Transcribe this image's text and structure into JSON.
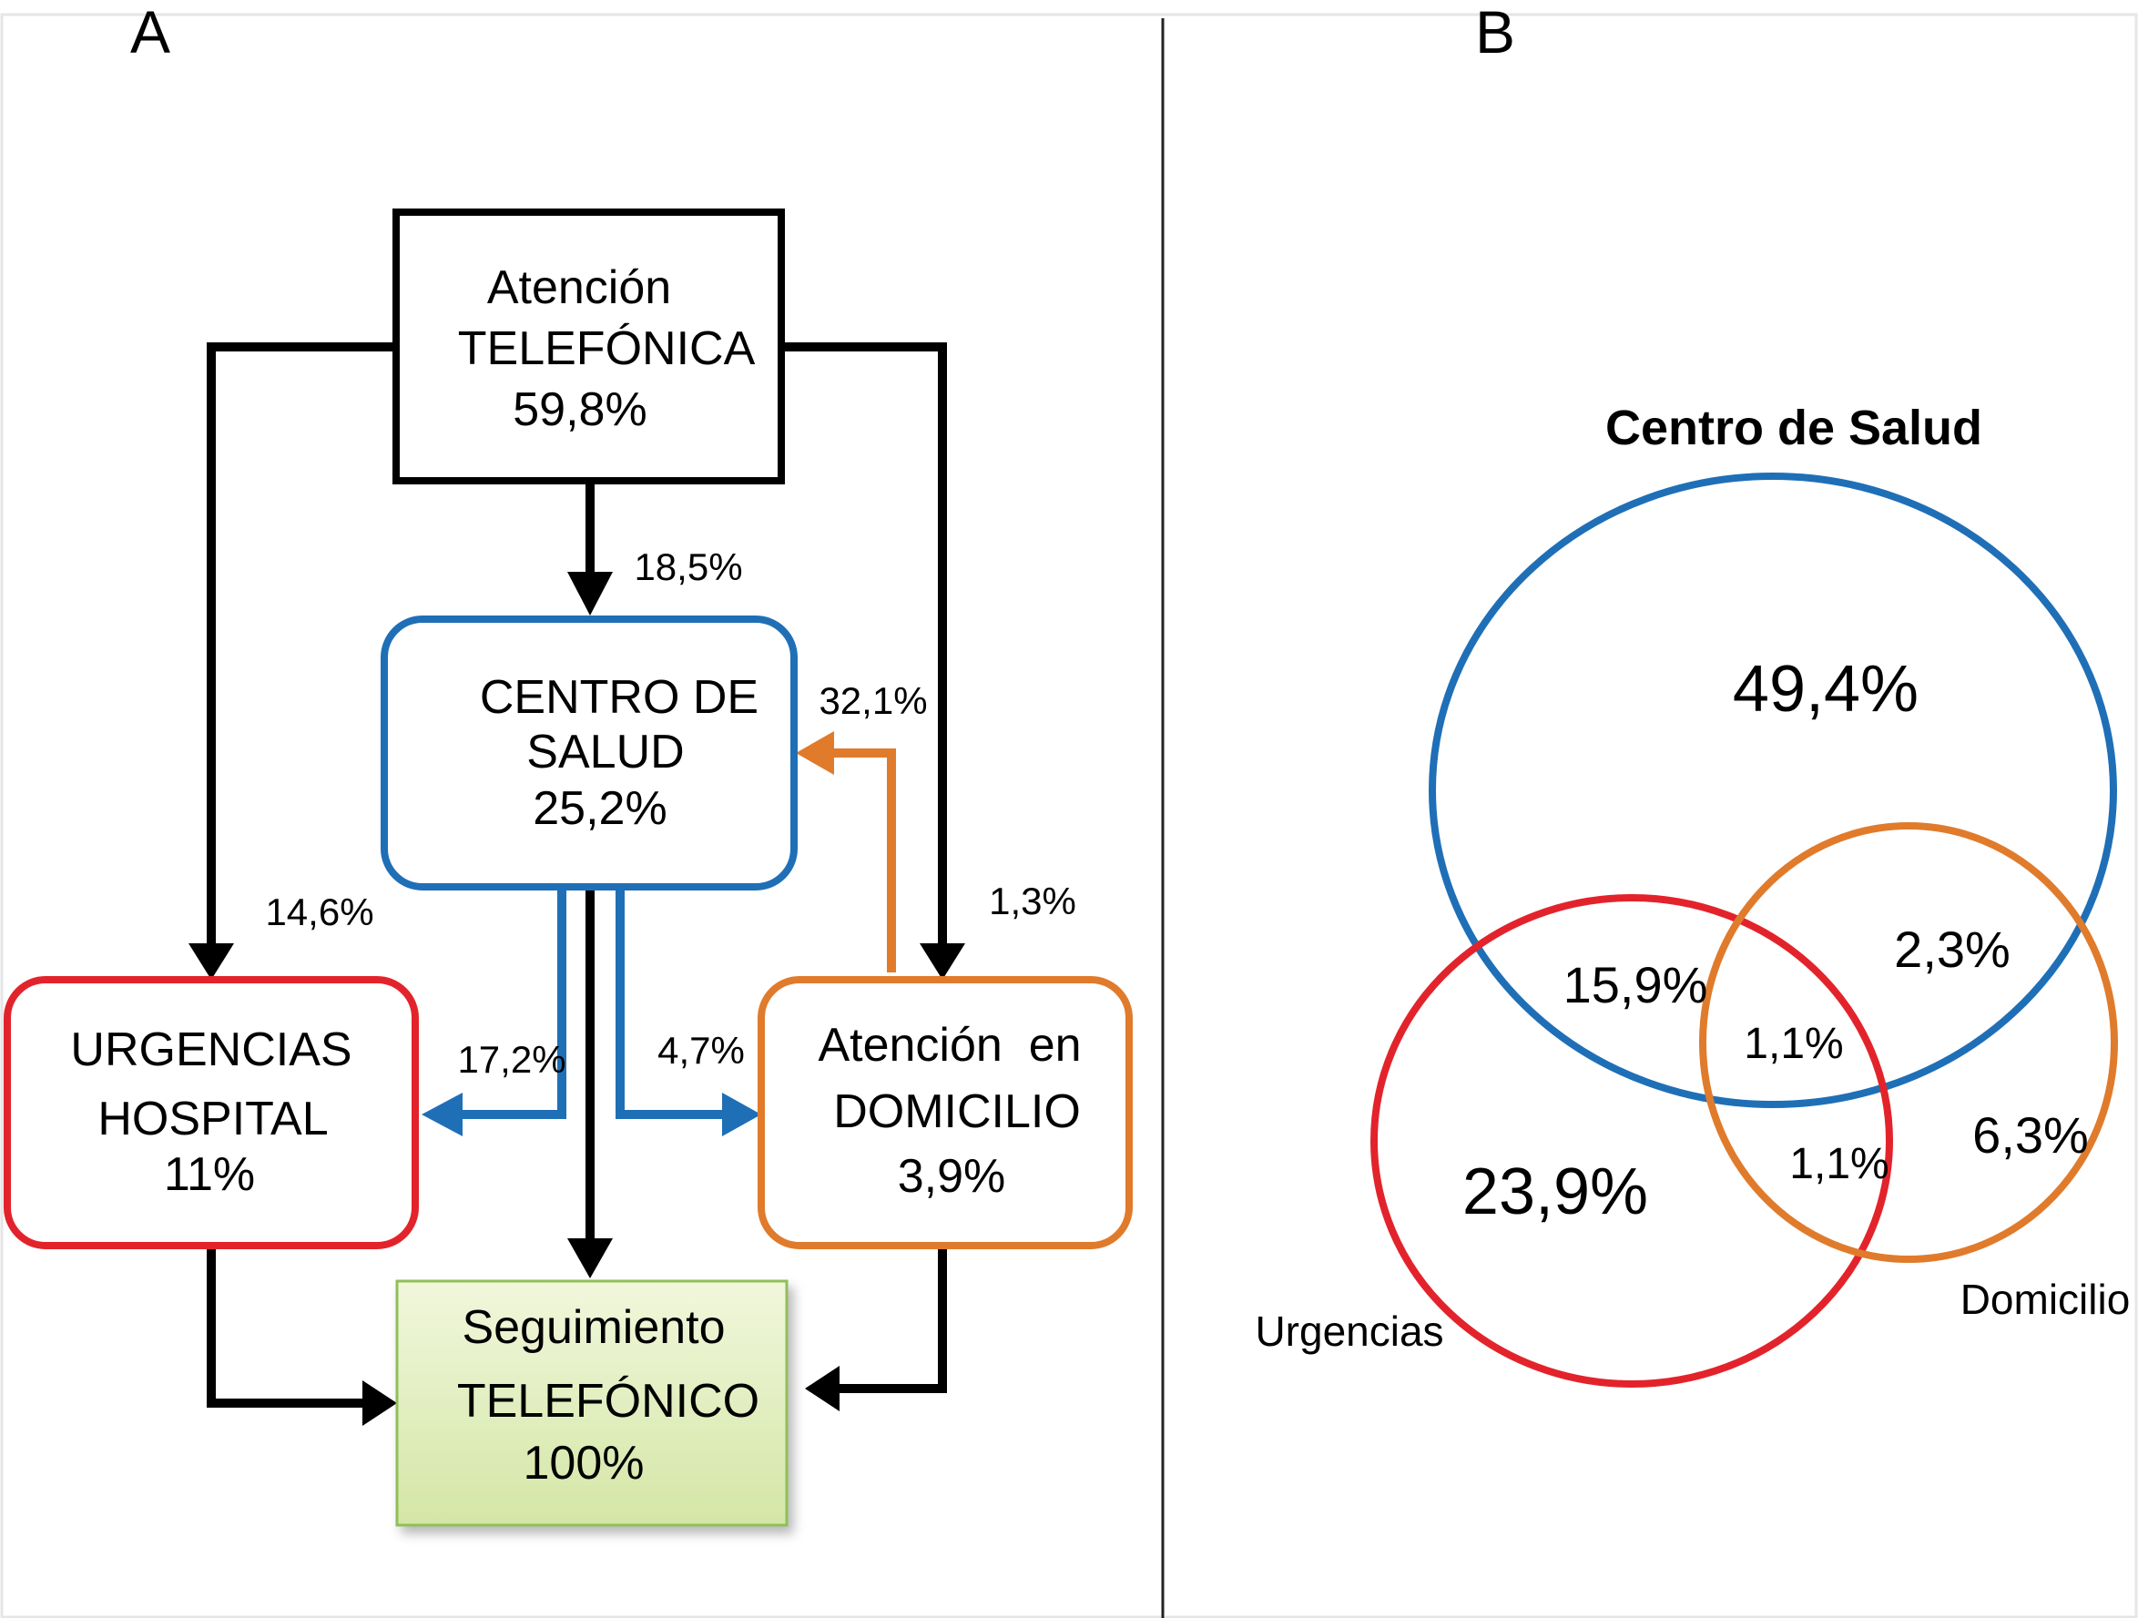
{
  "panels": {
    "left_letter": "A",
    "right_letter": "B"
  },
  "colors": {
    "black": "#000000",
    "blue": "#1f6fb7",
    "orange": "#e07b2c",
    "red": "#e3232b",
    "green_top": "#f1f7dc",
    "green_bottom": "#d4e6a6",
    "green_border": "#8fbf5a"
  },
  "flow": {
    "telefonica": {
      "line1": "Atención",
      "line2": "TELEFÓNICA",
      "pct": "59,8%"
    },
    "centro": {
      "line1": "CENTRO DE",
      "line2": "SALUD",
      "pct": "25,2%"
    },
    "urgencias": {
      "line1": "URGENCIAS",
      "line2": "HOSPITAL",
      "pct": "11%"
    },
    "domicilio": {
      "line1": "Atención  en",
      "line2": "DOMICILIO",
      "pct": "3,9%"
    },
    "seguimiento": {
      "line1": "Seguimiento",
      "line2": "TELEFÓNICO",
      "pct": "100%"
    },
    "edges": {
      "tel_to_centro": "18,5%",
      "domicilio_to_centro": "32,1%",
      "tel_to_urgencias": "14,6%",
      "tel_to_domicilio": "1,3%",
      "centro_to_urgencias": "17,2%",
      "centro_to_domicilio": "4,7%"
    }
  },
  "venn": {
    "title": "Centro de Salud",
    "centro_only": "49,4%",
    "centro_urgencias": "15,9%",
    "centro_domicilio": "2,3%",
    "all_three": "1,1%",
    "urgencias_domicilio": "1,1%",
    "domicilio_only": "6,3%",
    "urgencias_only": "23,9%",
    "label_urgencias": "Urgencias",
    "label_domicilio": "Domicilio"
  }
}
